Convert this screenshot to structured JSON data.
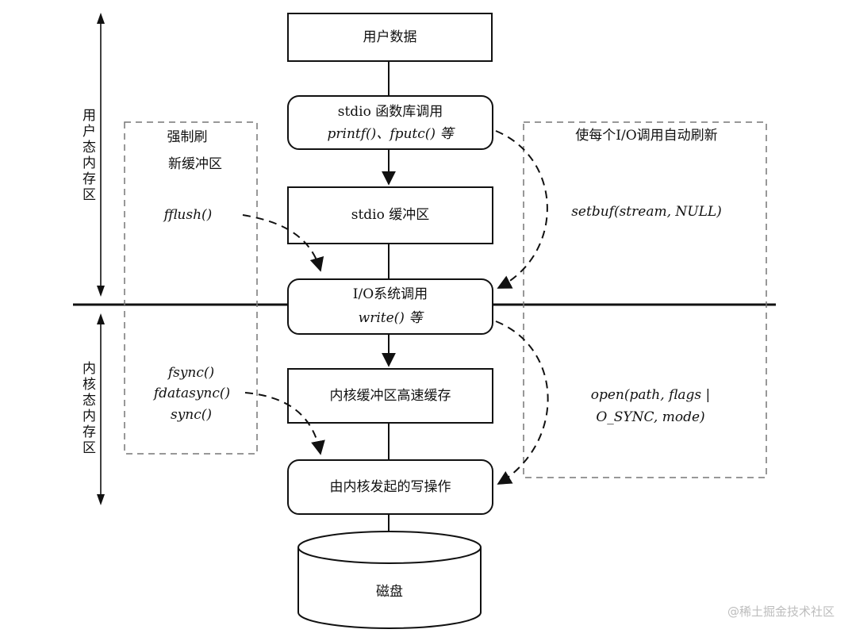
{
  "nodes": {
    "user_data": "用户数据",
    "stdio_lib_1": "stdio 函数库调用",
    "stdio_lib_2": "printf()、fputc() 等",
    "stdio_buffer": "stdio 缓冲区",
    "syscall_1": "I/O系统调用",
    "syscall_2": "write() 等",
    "kernel_cache": "内核缓冲区高速缓存",
    "kernel_write": "由内核发起的写操作",
    "disk": "磁盘"
  },
  "left_group": {
    "title_1": "强制刷",
    "title_2": "新缓冲区",
    "fflush": "fflush()",
    "fsync": "fsync()",
    "fdatasync": "fdatasync()",
    "sync": "sync()"
  },
  "right_group": {
    "title": "使每个I/O调用自动刷新",
    "setbuf": "setbuf(stream, NULL)",
    "open_1": "open(path, flags |",
    "open_2": "O_SYNC, mode)"
  },
  "side_labels": {
    "user_space": "用户态内存区",
    "kernel_space": "内核态内存区"
  },
  "watermark": "@稀土掘金技术社区"
}
